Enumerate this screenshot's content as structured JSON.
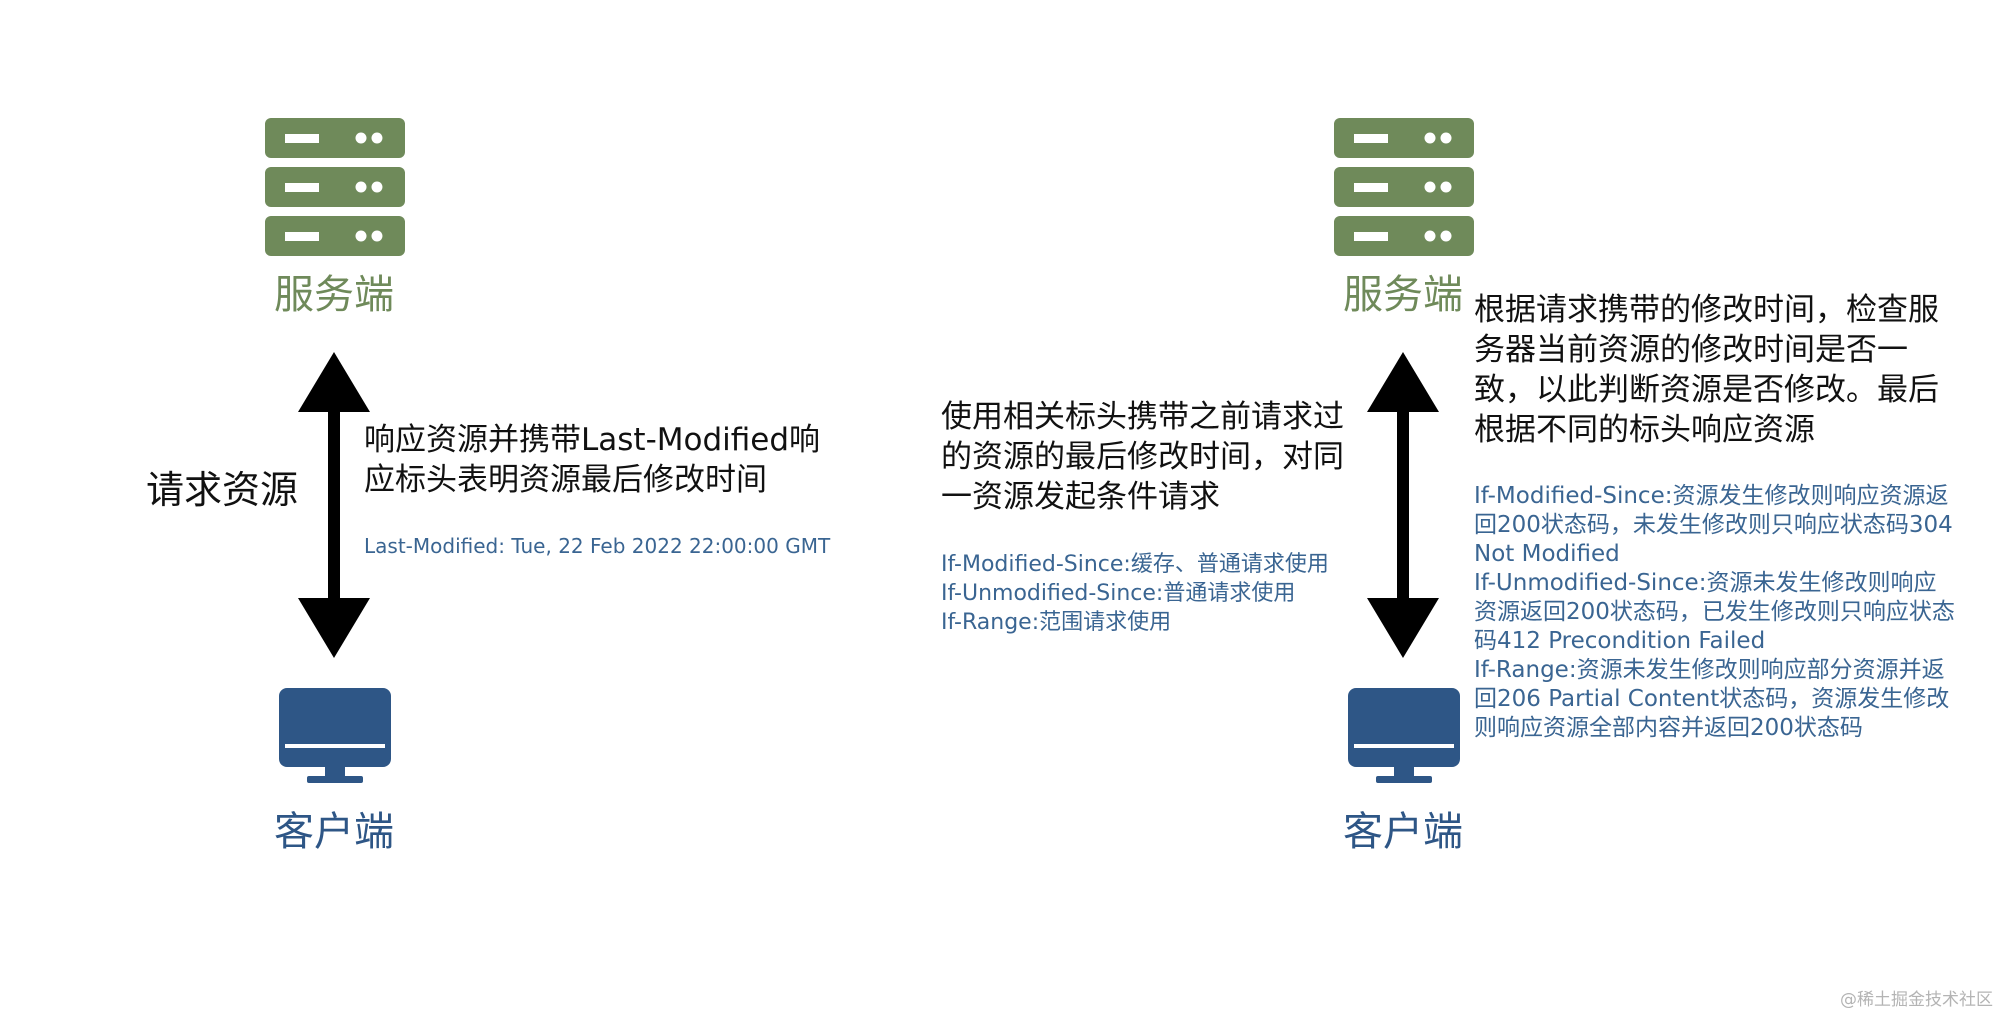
{
  "left": {
    "server_label": "服务端",
    "client_label": "客户端",
    "request_label": "请求资源",
    "response_text": "响应资源并携带Last-Modified响应标头表明资源最后修改时间",
    "header_example": "Last-Modified: Tue, 22 Feb 2022 22:00:00 GMT"
  },
  "right": {
    "server_label": "服务端",
    "client_label": "客户端",
    "request_text": "使用相关标头携带之前请求过的资源的最后修改时间，对同一资源发起条件请求",
    "request_headers": [
      "If-Modified-Since:缓存、普通请求使用",
      "If-Unmodified-Since:普通请求使用",
      "If-Range:范围请求使用"
    ],
    "server_text": "根据请求携带的修改时间，检查服务器当前资源的修改时间是否一致，以此判断资源是否修改。最后根据不同的标头响应资源",
    "response_rules": "If-Modified-Since:资源发生修改则响应资源返回200状态码，未发生修改则只响应状态码304 Not Modified\nIf-Unmodified-Since:资源未发生修改则响应资源返回200状态码，已发生修改则只响应状态码412 Precondition Failed\nIf-Range:资源未发生修改则响应部分资源并返回206 Partial Content状态码，资源发生修改则响应资源全部内容并返回200状态码"
  },
  "watermark": "@稀土掘金技术社区",
  "colors": {
    "server": "#6f8a5a",
    "client": "#2e5686",
    "text_blue": "#3a6592",
    "arrow": "#000000"
  },
  "icons": [
    "server-icon",
    "monitor-icon",
    "double-arrow-icon"
  ]
}
